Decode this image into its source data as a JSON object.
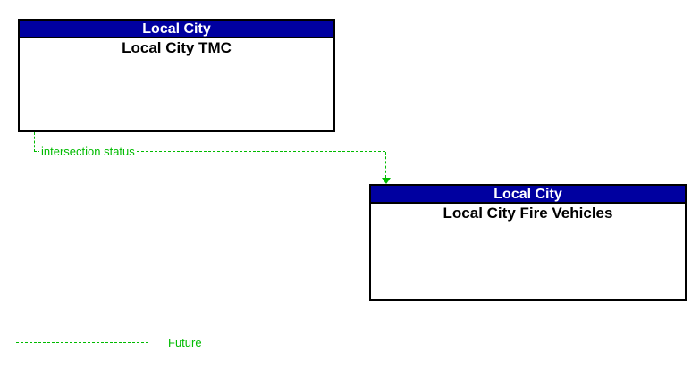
{
  "diagram": {
    "boxes": [
      {
        "header": "Local City",
        "title": "Local City TMC"
      },
      {
        "header": "Local City",
        "title": "Local City Fire Vehicles"
      }
    ],
    "connector": {
      "label": "intersection status",
      "style": "dashed",
      "direction": "from Local City TMC to Local City Fire Vehicles"
    },
    "legend": {
      "line_style": "dashed",
      "label": "Future"
    },
    "colors": {
      "header_bg": "#0000A0",
      "header_text": "#FFFFFF",
      "box_border": "#000000",
      "future_green": "#00BB00",
      "background": "#FFFFFF"
    }
  }
}
